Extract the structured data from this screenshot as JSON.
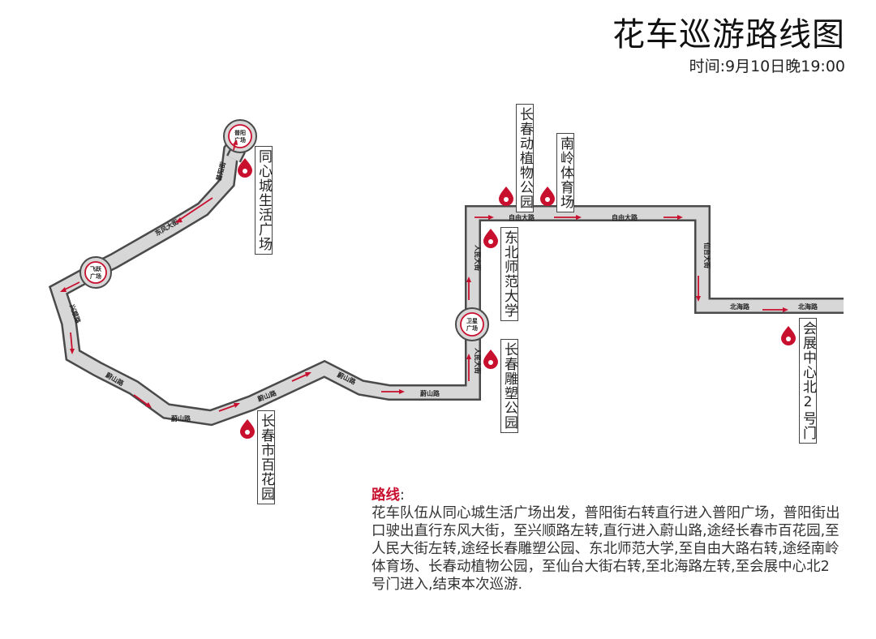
{
  "header": {
    "title": "花车巡游路线图",
    "time": "时间:9月10日晚19:00"
  },
  "roads": {
    "puyang": "普阳街",
    "dongfeng": "东风大街",
    "xingshun": "兴顺路",
    "weishan": "蔚山路",
    "renmin": "人民大街",
    "ziyou": "自由大路",
    "xiantai": "仙台大街",
    "beihai": "北海路"
  },
  "plazas": {
    "puyang": [
      "普阳",
      "广场"
    ],
    "feiyue": [
      "飞跃",
      "广场"
    ],
    "weixing": [
      "卫星",
      "广场"
    ]
  },
  "points_of_interest": {
    "tongxin": "同心城生活广场",
    "baihuayuan": "长春市百花园",
    "diaosu": "长春雕塑公园",
    "dongshi": "东北师范大学",
    "dongzhiwu": "长春动植物公园",
    "nanling": "南岭体育场",
    "huizhan": "会展中心北2号门"
  },
  "route": {
    "heading": "路线",
    "text": "花车队伍从同心城生活广场出发，普阳街右转直行进入普阳广场，普阳街出口驶出直行东风大街，至兴顺路左转,直行进入蔚山路,途经长春市百花园,至人民大街左转,途经长春雕塑公园、东北师范大学,至自由大路右转,途经南岭体育场、长春动植物公园，至仙台大街右转,至北海路左转,至会展中心北2号门进入,结束本次巡游."
  },
  "colors": {
    "route_red": "#c8102e",
    "road_gray": "#d7d7d7",
    "road_outline": "#4a4a4a"
  },
  "icons": {
    "poi_marker": "map-pin-drop-icon"
  }
}
